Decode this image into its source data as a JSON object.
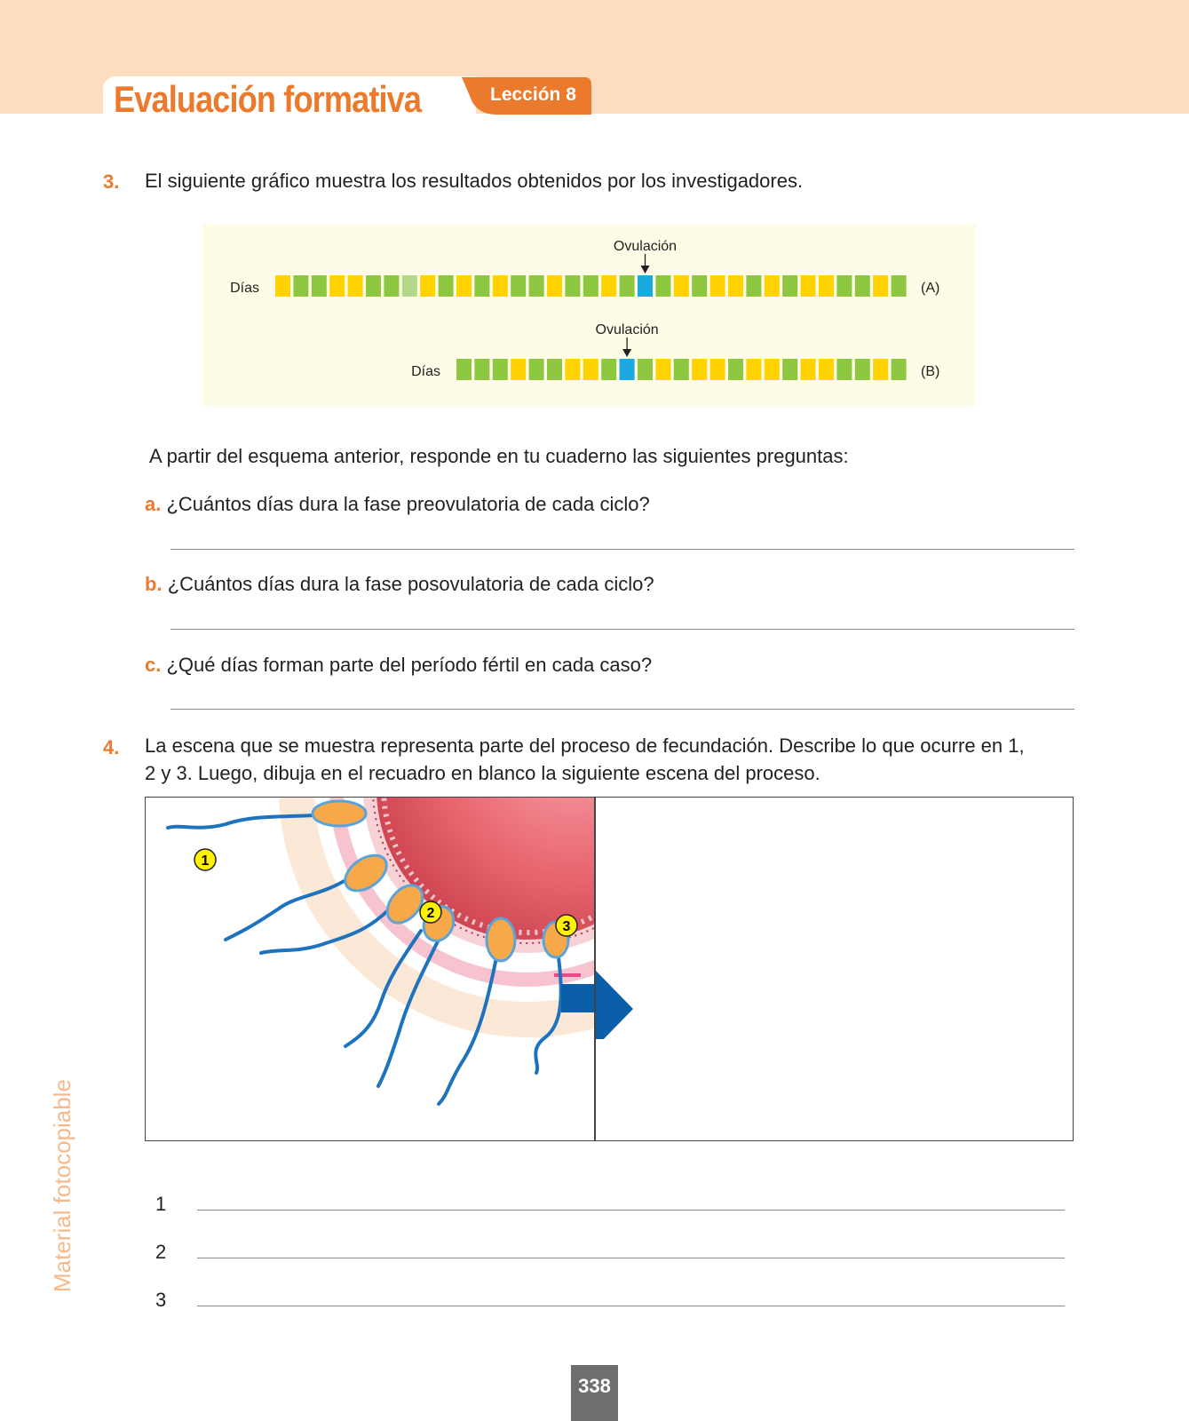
{
  "header": {
    "title": "Evaluación formativa",
    "lesson": "Lección 8"
  },
  "q3": {
    "number": "3.",
    "text": "El siguiente gráfico muestra los resultados obtenidos por los investigadores.",
    "intro": "A partir del esquema anterior, responde en tu cuaderno las siguientes preguntas:",
    "subs": [
      {
        "letter": "a.",
        "text": "¿Cuántos días dura la fase preovulatoria de cada ciclo?"
      },
      {
        "letter": "b.",
        "text": "¿Cuántos días dura la fase posovulatoria de cada ciclo?"
      },
      {
        "letter": "c.",
        "text": "¿Qué días forman parte del período fértil en cada caso?"
      }
    ]
  },
  "chart_data": {
    "type": "table",
    "colors": {
      "yellow": "#ffd200",
      "green": "#8dc63f",
      "light_green": "#b5d78a",
      "blue": "#1ba9e1"
    },
    "rows": [
      {
        "label": "Días",
        "tag": "(A)",
        "ovulation_label": "Ovulación",
        "ovulation_day": 21,
        "days": [
          "yellow",
          "green",
          "green",
          "yellow",
          "yellow",
          "green",
          "green",
          "light_green",
          "yellow",
          "green",
          "yellow",
          "green",
          "yellow",
          "green",
          "green",
          "yellow",
          "green",
          "green",
          "yellow",
          "green",
          "blue",
          "green",
          "yellow",
          "green",
          "yellow",
          "yellow",
          "green",
          "yellow",
          "green",
          "yellow",
          "yellow",
          "green",
          "green",
          "yellow",
          "green"
        ]
      },
      {
        "label": "Días",
        "tag": "(B)",
        "ovulation_label": "Ovulación",
        "ovulation_day": 10,
        "days": [
          "green",
          "green",
          "green",
          "yellow",
          "green",
          "green",
          "yellow",
          "yellow",
          "green",
          "blue",
          "green",
          "yellow",
          "green",
          "yellow",
          "yellow",
          "green",
          "yellow",
          "yellow",
          "green",
          "yellow",
          "yellow",
          "green",
          "green",
          "yellow",
          "green"
        ]
      }
    ]
  },
  "q4": {
    "number": "4.",
    "line1": "La escena que se muestra representa parte del proceso de fecundación. Describe lo que ocurre en 1,",
    "line2": "2 y 3. Luego, dibuja en el recuadro en blanco la siguiente escena del proceso.",
    "markers": [
      "1",
      "2",
      "3"
    ],
    "answer_labels": [
      "1",
      "2",
      "3"
    ]
  },
  "footer": {
    "side_label": "Material fotocopiable",
    "page": "338"
  }
}
